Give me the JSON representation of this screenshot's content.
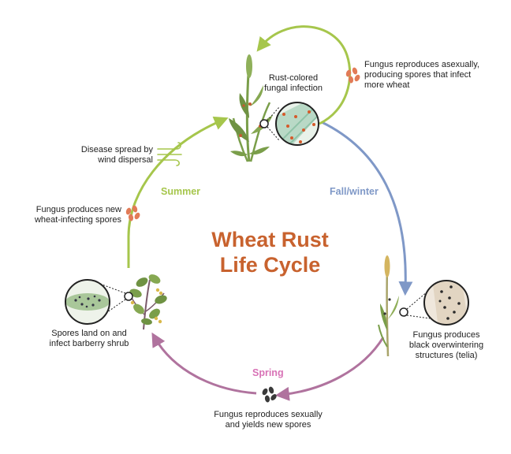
{
  "title": {
    "line1": "Wheat Rust",
    "line2": "Life Cycle"
  },
  "seasons": {
    "summer": "Summer",
    "fall_winter": "Fall/winter",
    "spring": "Spring"
  },
  "labels": {
    "rust_infection": [
      "Rust-colored",
      "fungal infection"
    ],
    "asexual": [
      "Fungus reproduces asexually,",
      "producing spores that infect",
      "more wheat"
    ],
    "wind": [
      "Disease spread by",
      "wind dispersal"
    ],
    "new_spores": [
      "Fungus produces new",
      "wheat-infecting spores"
    ],
    "barberry": [
      "Spores land on and",
      "infect barberry shrub"
    ],
    "telia": [
      "Fungus produces",
      "black overwintering",
      "structures (telia)"
    ],
    "sexual": [
      "Fungus reproduces sexually",
      "and yields new spores"
    ]
  },
  "colors": {
    "title": "#c8622e",
    "summer": "#a6c64c",
    "fall_winter": "#7f98c7",
    "spring": "#b0739e",
    "spring_label": "#d872b6",
    "orange_spores": "#e27b57",
    "dark_spores": "#3a3a3a",
    "plant_green": "#7a9e4a"
  },
  "icons": [
    "wheat-plant-icon",
    "barberry-shrub-icon",
    "wheat-stalk-icon",
    "wind-icon",
    "spore-cluster-icon",
    "magnifier-circle-icon"
  ]
}
